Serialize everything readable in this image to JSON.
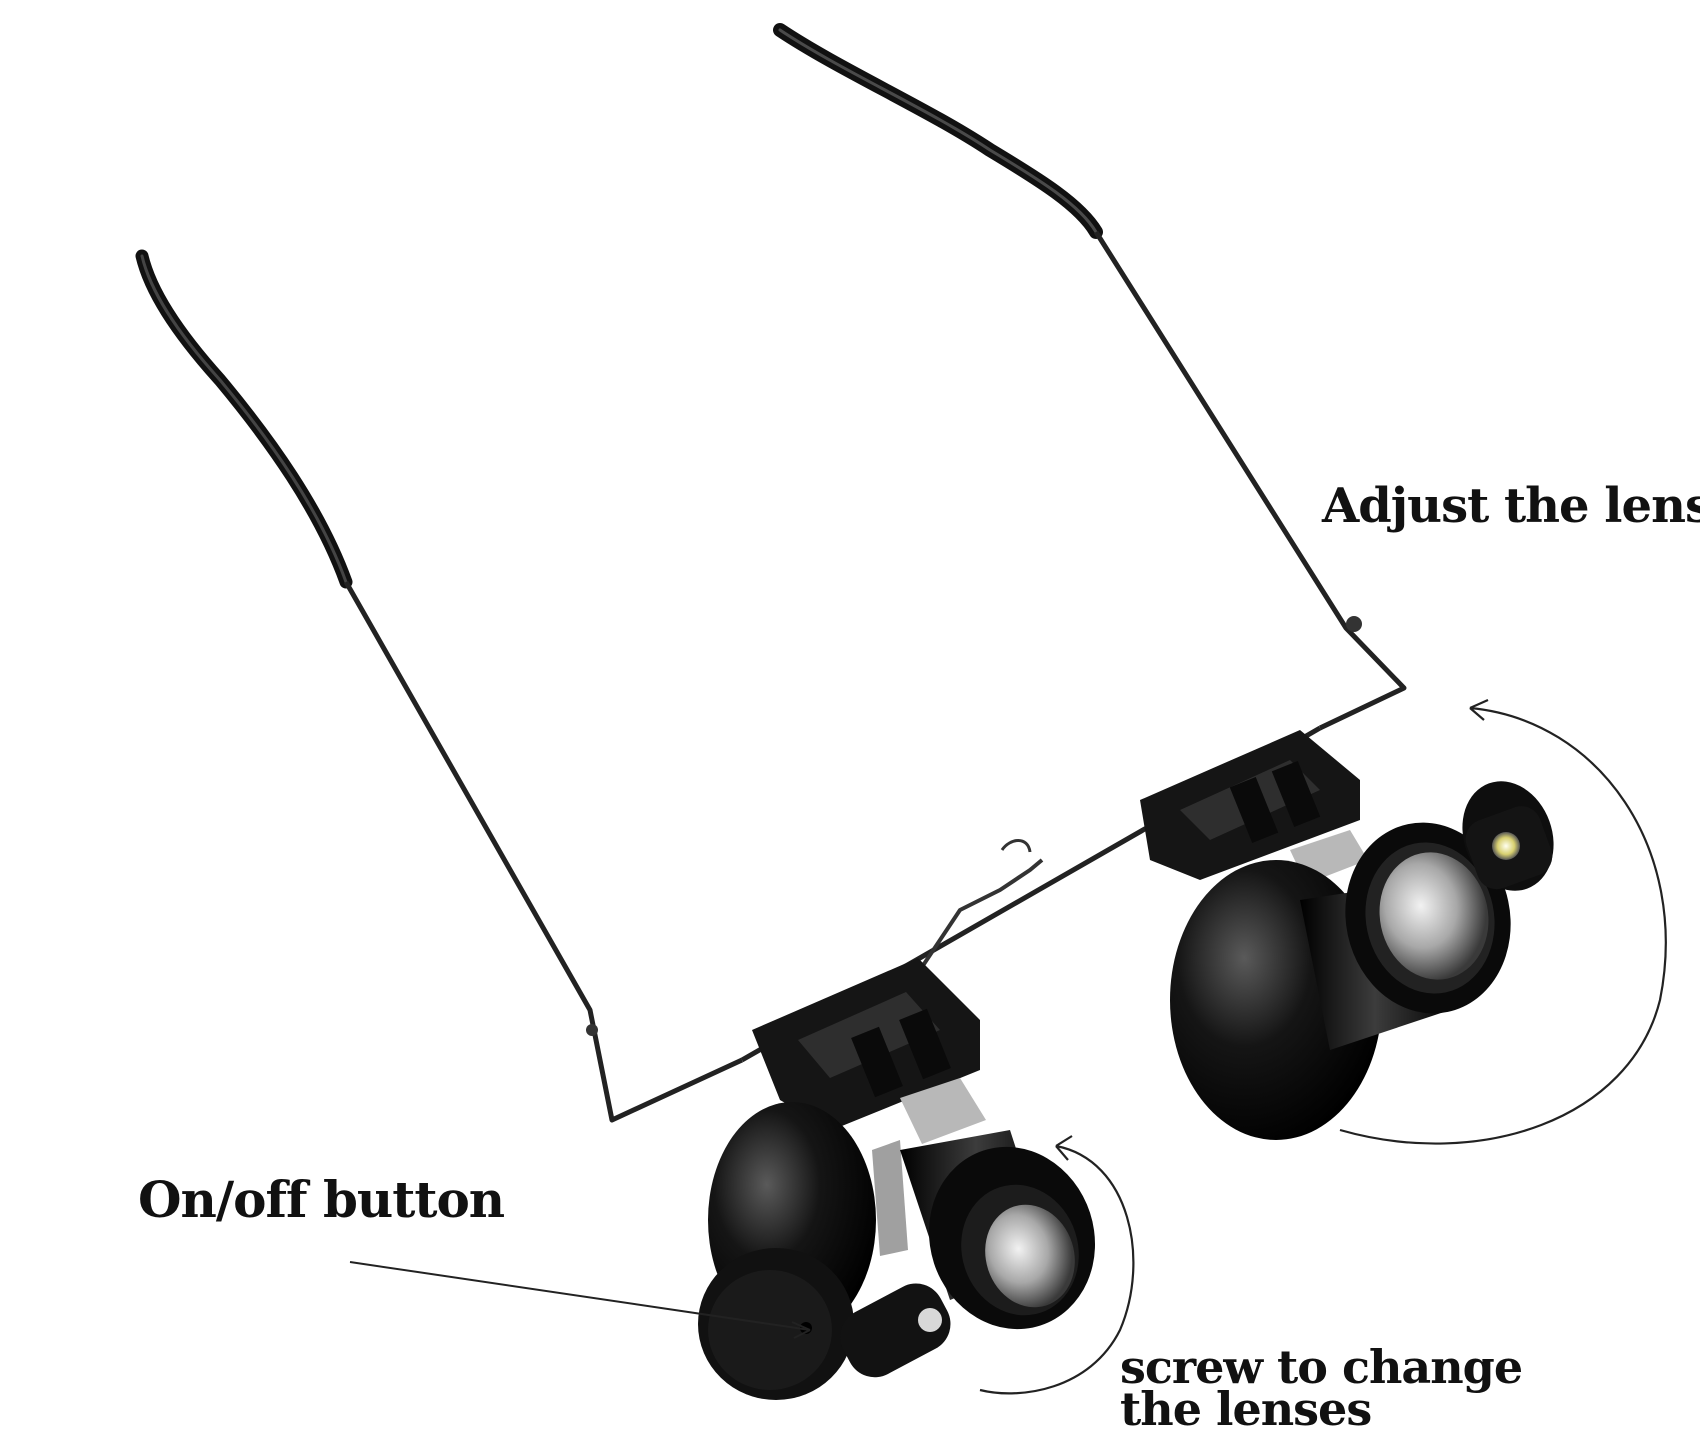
{
  "labels": {
    "adjust_lens": "Adjust the lens",
    "on_off_button": "On/off button",
    "screw_line1": "screw to change",
    "screw_line2": "the lenses"
  },
  "colors": {
    "background": "#ffffff",
    "frame": "#1a1a1a",
    "lens_body": "#0c0c0c",
    "lens_glass": "#9a9a9a",
    "led": "#e8e890",
    "text": "#111111"
  }
}
